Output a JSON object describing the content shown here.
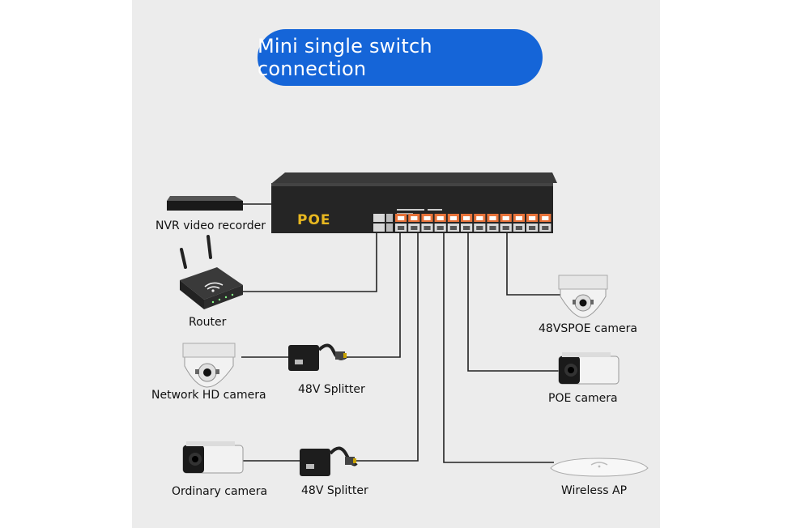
{
  "title": "Mini single switch connection",
  "switch": {
    "brand_label": "POE",
    "port_count": 24,
    "uplink_count": 2
  },
  "devices": {
    "nvr": "NVR video recorder",
    "router": "Router",
    "network_hd_camera": "Network HD camera",
    "splitter_1": "48V Splitter",
    "ordinary_camera": "Ordinary camera",
    "splitter_2": "48V Splitter",
    "poe48_camera": "48VSPOE camera",
    "poe_camera": "POE camera",
    "wireless_ap": "Wireless AP"
  },
  "colors": {
    "title_pill": "#1565d8",
    "switch_body": "#2a2a2a",
    "poe_port_accent": "#e8733a",
    "brand_text": "#e8b820"
  }
}
